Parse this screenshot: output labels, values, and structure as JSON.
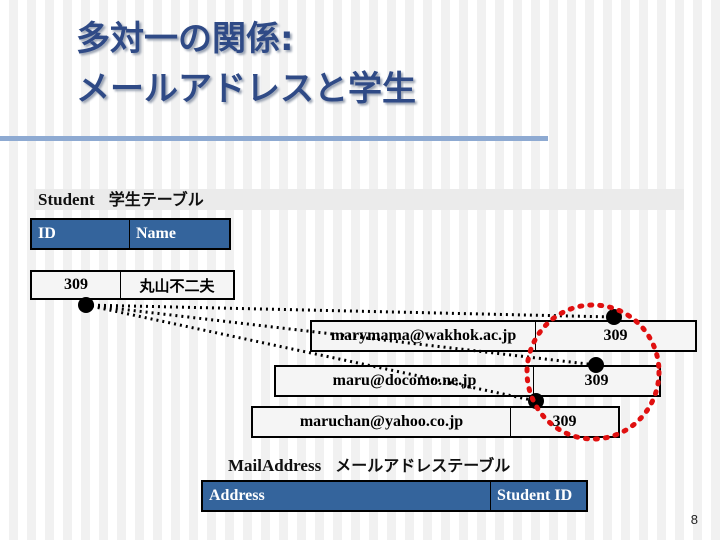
{
  "title": {
    "line1": "多対一の関係:",
    "line2": "メールアドレスと学生"
  },
  "student_table": {
    "name": "Student",
    "name_jp": "学生テーブル",
    "columns": [
      "ID",
      "Name"
    ],
    "row": {
      "id": "309",
      "name": "丸山不二夫"
    }
  },
  "mail_table": {
    "name": "MailAddress",
    "name_jp": "メールアドレステーブル",
    "columns": [
      "Address",
      "Student ID"
    ],
    "rows": [
      {
        "address": "marymama@wakhok.ac.jp",
        "student_id": "309"
      },
      {
        "address": "maru@docomo.ne.jp",
        "student_id": "309"
      },
      {
        "address": "maruchan@yahoo.co.jp",
        "student_id": "309"
      }
    ]
  },
  "colors": {
    "title": "#2f4a86",
    "header_fill": "#34649c",
    "highlight": "#e01010"
  },
  "page_number": "8"
}
